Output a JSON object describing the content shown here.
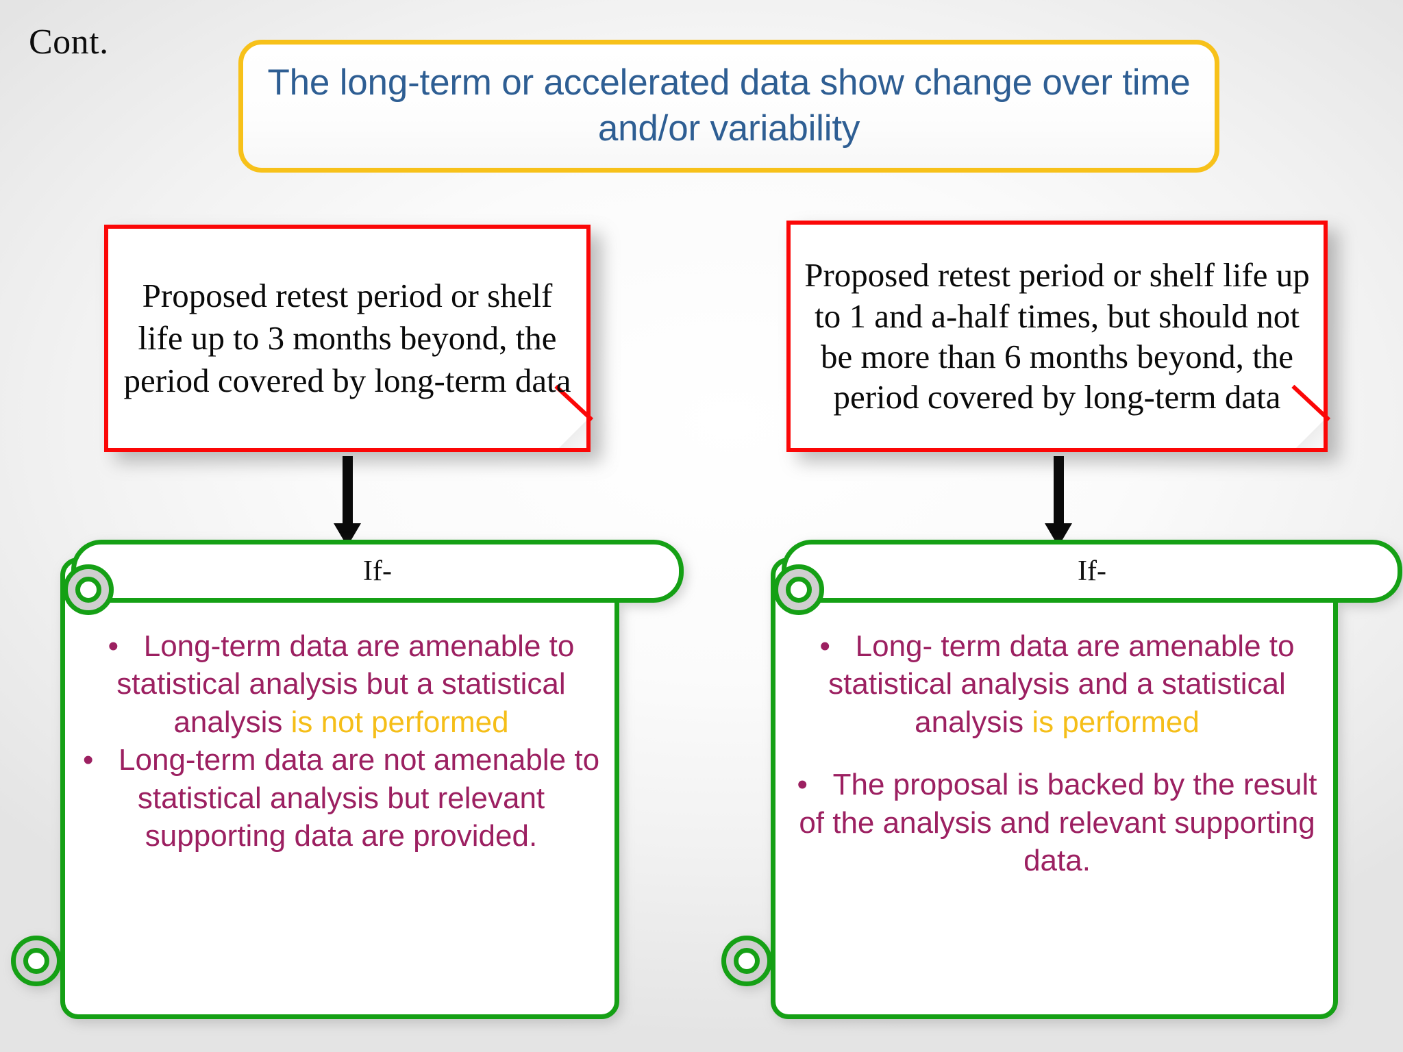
{
  "slide": {
    "cont_label": "Cont.",
    "title": "The long-term or accelerated data show change over time and/or variability",
    "title_color": "#2E5E93",
    "title_border_color": "#F7C11A"
  },
  "colors": {
    "red_note_border": "#FB0707",
    "green_scroll_border": "#15A015",
    "body_text": "#9C2061",
    "highlight": "#F5BE18",
    "arrow": "#0A0A0A"
  },
  "branches": [
    {
      "id": "left",
      "condition_note": "Proposed retest period or shelf life up to 3 months beyond, the period covered by long-term data",
      "if_label": "If-",
      "bullets": [
        {
          "marker": "•",
          "text_before": "Long-term data are amenable to statistical analysis but a statistical analysis ",
          "highlight": "is not performed",
          "text_after": ""
        },
        {
          "marker": "•",
          "text_before": "Long-term data are not amenable to statistical analysis but relevant supporting data are provided.",
          "highlight": "",
          "text_after": ""
        }
      ]
    },
    {
      "id": "right",
      "condition_note": "Proposed retest period or shelf life up to 1 and a-half times, but should not be more than 6 months beyond, the period covered by long-term data",
      "if_label": "If-",
      "bullets": [
        {
          "marker": "•",
          "text_before": "Long- term data are amenable to statistical analysis and a statistical analysis ",
          "highlight": "is performed",
          "text_after": ""
        },
        {
          "marker": "•",
          "text_before": "The proposal is backed by the result of the analysis and relevant supporting data.",
          "highlight": "",
          "text_after": ""
        }
      ]
    }
  ],
  "icons": {
    "arrow_down": "down-arrow-icon",
    "page_curl": "page-curl-icon",
    "scroll_curl": "scroll-curl-icon"
  }
}
